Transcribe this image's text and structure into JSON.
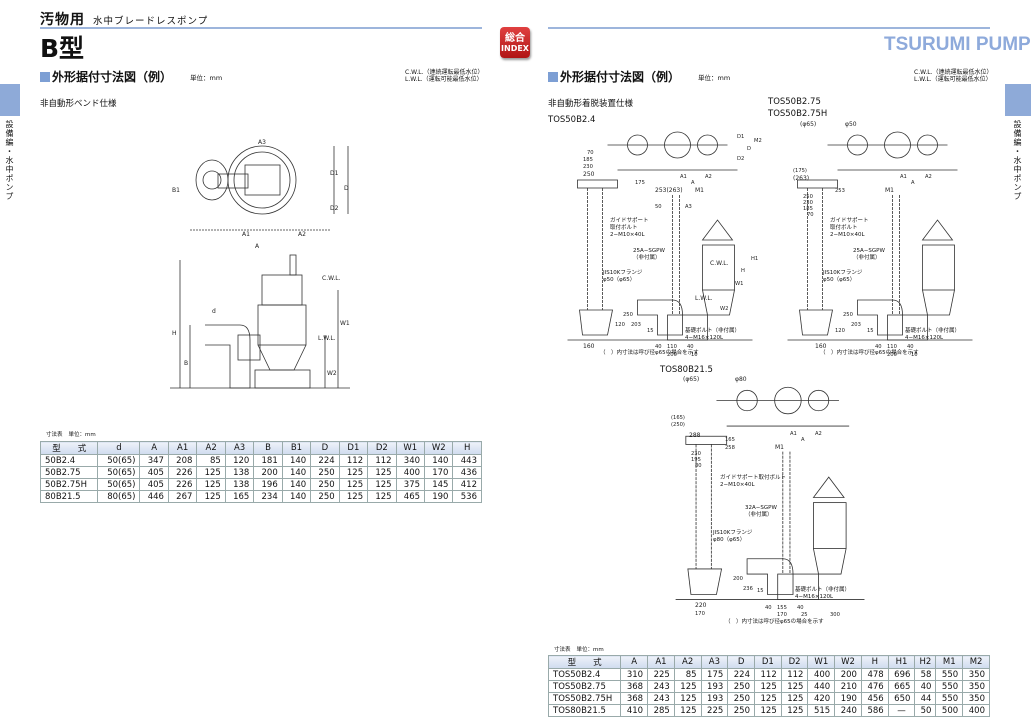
{
  "left_page": {
    "category": "汚物用",
    "subtitle": "水中ブレードレスポンプ",
    "title": "B型",
    "section": "外形据付寸法図（例）",
    "unit": "単位：mm",
    "legend": "C.W.L.（連続運転最低水位）\nL.W.L.（運転可能最低水位）",
    "spec": "非自動形ベンド仕様",
    "side_tab": "設備編・水中ポンプ",
    "figure_labels": {
      "A3": "A3",
      "A1": "A1",
      "A2": "A2",
      "A": "A",
      "B1": "B1",
      "D1": "D1",
      "D2": "D2",
      "D": "D",
      "cwl": "C.W.L.",
      "lwl": "L.W.L.",
      "W1": "W1",
      "W2": "W2",
      "H": "H",
      "B": "B",
      "d": "d"
    },
    "table": {
      "title": "寸法表",
      "unit": "単位：mm",
      "headers": [
        "型　　式",
        "d",
        "A",
        "A1",
        "A2",
        "A3",
        "B",
        "B1",
        "D",
        "D1",
        "D2",
        "W1",
        "W2",
        "H"
      ],
      "rows": [
        [
          "50B2.4",
          "50(65)",
          "347",
          "208",
          "85",
          "120",
          "181",
          "140",
          "224",
          "112",
          "112",
          "340",
          "140",
          "443"
        ],
        [
          "50B2.75",
          "50(65)",
          "405",
          "226",
          "125",
          "138",
          "200",
          "140",
          "250",
          "125",
          "125",
          "400",
          "170",
          "436"
        ],
        [
          "50B2.75H",
          "50(65)",
          "405",
          "226",
          "125",
          "138",
          "196",
          "140",
          "250",
          "125",
          "125",
          "375",
          "145",
          "412"
        ],
        [
          "80B21.5",
          "80(65)",
          "446",
          "267",
          "125",
          "165",
          "234",
          "140",
          "250",
          "125",
          "125",
          "465",
          "190",
          "536"
        ]
      ]
    }
  },
  "index_badge": {
    "line1": "総合",
    "line2": "INDEX"
  },
  "right_page": {
    "brand": "TSURUMI PUMP",
    "section": "外形据付寸法図（例）",
    "unit": "単位：mm",
    "legend": "C.W.L.（連続運転最低水位）\nL.W.L.（運転可能最低水位）",
    "spec": "非自動形着脱装置仕様",
    "side_tab": "設備編・水中ポンプ",
    "fig1": {
      "model": "TOS50B2.4",
      "dims": [
        "250",
        "230",
        "185",
        "70",
        "175",
        "253(263)",
        "M1",
        "A1",
        "A2",
        "A",
        "D1",
        "D2",
        "D",
        "M2",
        "120",
        "160",
        "250",
        "203",
        "15",
        "40",
        "110",
        "40",
        "200",
        "10",
        "50",
        "A3",
        "H",
        "H1",
        "W1",
        "W2",
        "C.W.L.",
        "L.W.L."
      ],
      "guide": "ガイドサポート\n取付ボルト\n2−M10×40L",
      "pipe": "25A−SGPW\n（非付属）",
      "flange": "JIS10Kフランジ\nφ50（φ65）",
      "bolt": "基礎ボルト（非付属）\n4−M16×120L",
      "note": "（　）内寸法は呼び径φ65の場合を示す"
    },
    "fig2": {
      "model_a": "TOS50B2.75",
      "model_b": "TOS50B2.75H",
      "phi": "(φ65)",
      "phi50": "φ50",
      "dims": [
        "250",
        "230",
        "185",
        "70",
        "(175)",
        "(263)",
        "253",
        "M1",
        "A1",
        "A2",
        "A",
        "120",
        "160",
        "250",
        "203",
        "15",
        "40",
        "110",
        "40",
        "200",
        "10"
      ],
      "guide": "ガイドサポート\n取付ボルト\n2−M10×40L",
      "pipe": "25A−SGPW\n（非付属）",
      "flange": "JIS10Kフランジ\nφ50（φ65）",
      "bolt": "基礎ボルト（非付属）\n4−M16×120L",
      "note": "（　）内寸法は呼び径φ65の場合を示す"
    },
    "fig3": {
      "model": "TOS80B21.5",
      "phi": "(φ65)",
      "phi80": "φ80",
      "dims": [
        "288",
        "230",
        "195",
        "80",
        "(165)",
        "(250)",
        "165",
        "258",
        "M1",
        "A1",
        "A2",
        "A",
        "170",
        "220",
        "200",
        "236",
        "15",
        "40",
        "155",
        "40",
        "170",
        "25",
        "300"
      ],
      "guide": "ガイドサポート取付ボルト\n2−M10×40L",
      "pipe": "32A−SGPW\n（非付属）",
      "flange": "JIS10Kフランジ\nφ80（φ65）",
      "bolt": "基礎ボルト（非付属）\n4−M16×120L",
      "note": "（　）内寸法は呼び径φ65の場合を示す"
    },
    "table": {
      "title": "寸法表",
      "unit": "単位：mm",
      "headers": [
        "型　　式",
        "A",
        "A1",
        "A2",
        "A3",
        "D",
        "D1",
        "D2",
        "W1",
        "W2",
        "H",
        "H1",
        "H2",
        "M1",
        "M2"
      ],
      "rows": [
        [
          "TOS50B2.4",
          "310",
          "225",
          "85",
          "175",
          "224",
          "112",
          "112",
          "400",
          "200",
          "478",
          "696",
          "58",
          "550",
          "350"
        ],
        [
          "TOS50B2.75",
          "368",
          "243",
          "125",
          "193",
          "250",
          "125",
          "125",
          "440",
          "210",
          "476",
          "665",
          "40",
          "550",
          "350"
        ],
        [
          "TOS50B2.75H",
          "368",
          "243",
          "125",
          "193",
          "250",
          "125",
          "125",
          "420",
          "190",
          "456",
          "650",
          "44",
          "550",
          "350"
        ],
        [
          "TOS80B21.5",
          "410",
          "285",
          "125",
          "225",
          "250",
          "125",
          "125",
          "515",
          "240",
          "586",
          "—",
          "50",
          "500",
          "400"
        ]
      ]
    }
  }
}
